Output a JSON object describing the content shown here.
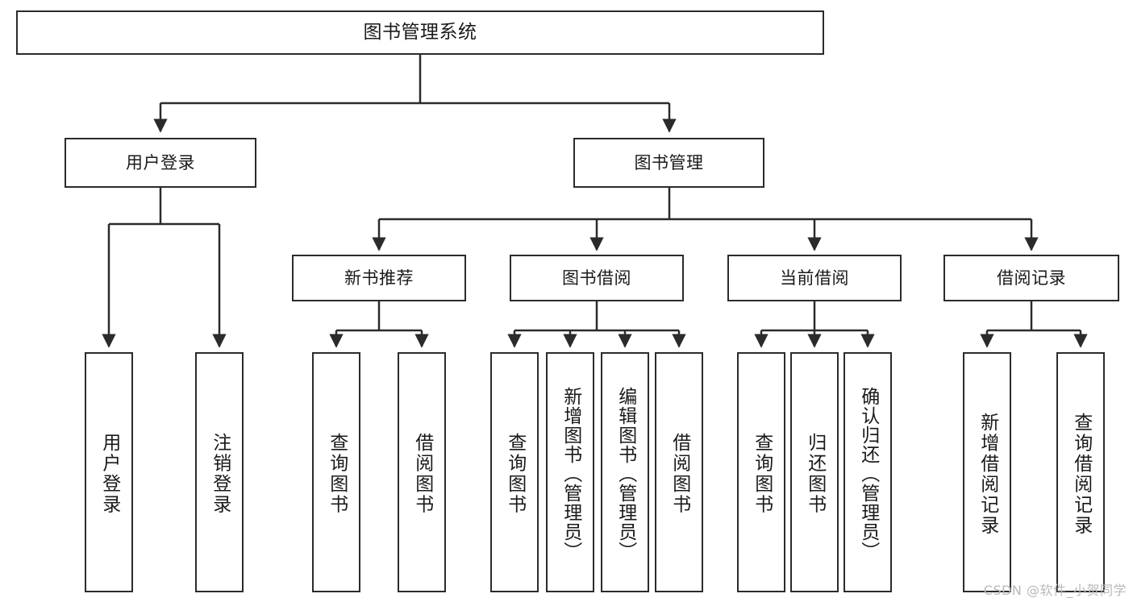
{
  "diagram": {
    "title": "图书管理系统",
    "watermark": "CSDN @软件_小贺同学",
    "line_color": "#2b2b2b",
    "box_fill": "#ffffff",
    "text_color": "#1a1a1a",
    "root": {
      "label": "图书管理系统"
    },
    "level2": [
      {
        "label": "用户登录"
      },
      {
        "label": "图书管理"
      }
    ],
    "level3": [
      {
        "label": "新书推荐"
      },
      {
        "label": "图书借阅"
      },
      {
        "label": "当前借阅"
      },
      {
        "label": "借阅记录"
      }
    ],
    "leaves": {
      "user_login": [
        {
          "label": "用户登录"
        },
        {
          "label": "注销登录"
        }
      ],
      "new_book": [
        {
          "label": "查询图书"
        },
        {
          "label": "借阅图书"
        }
      ],
      "book_borrow": [
        {
          "label": "查询图书"
        },
        {
          "label": "新增图书（管理员）"
        },
        {
          "label": "编辑图书（管理员）"
        },
        {
          "label": "借阅图书"
        }
      ],
      "current_borrow": [
        {
          "label": "查询图书"
        },
        {
          "label": "归还图书"
        },
        {
          "label": "确认归还（管理员）"
        }
      ],
      "borrow_record": [
        {
          "label": "新增借阅记录"
        },
        {
          "label": "查询借阅记录"
        }
      ]
    }
  }
}
